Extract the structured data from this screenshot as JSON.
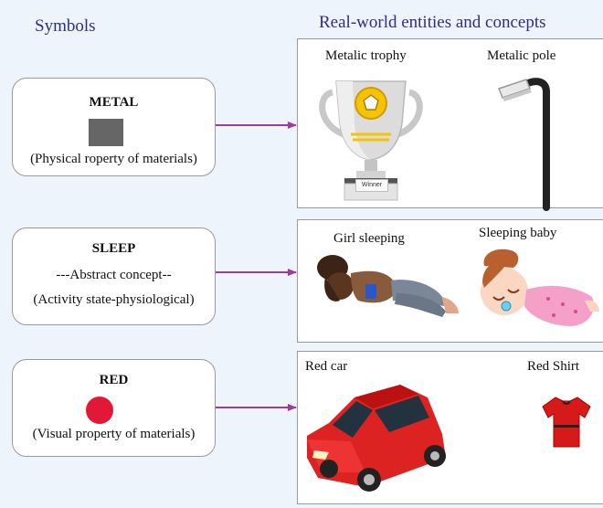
{
  "headers": {
    "left": "Symbols",
    "right": "Real-world entities and concepts"
  },
  "rows": [
    {
      "symbol": "METAL",
      "lines": [
        "(Physical roperty of materials)"
      ],
      "entities": [
        "Metalic trophy",
        "Metalic pole"
      ],
      "trophy_plate": "Winner"
    },
    {
      "symbol": "SLEEP",
      "lines": [
        "---Abstract concept--",
        "(Activity state-physiological)"
      ],
      "entities": [
        "Girl sleeping",
        "Sleeping baby"
      ]
    },
    {
      "symbol": "RED",
      "lines": [
        "(Visual property of materials)"
      ],
      "entities": [
        "Red car",
        "Red Shirt"
      ]
    }
  ],
  "colors": {
    "header": "#2c2f8a",
    "arrow": "#a23a9a",
    "metal_swatch": "#666666",
    "red_dot": "#e31837"
  }
}
